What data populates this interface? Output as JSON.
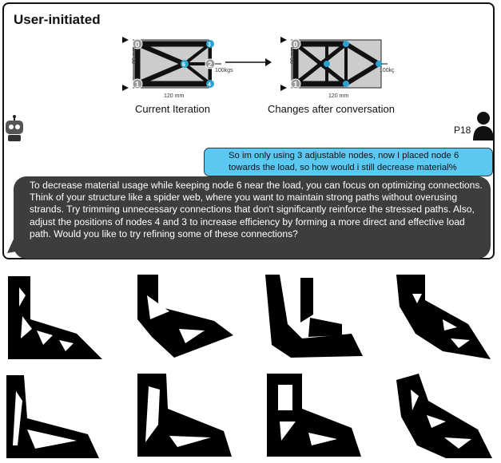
{
  "panel": {
    "title": "User-initiated",
    "current_label": "Current Iteration",
    "changes_label": "Changes after conversation",
    "participant": "P18"
  },
  "figure_left": {
    "dim_width": "120 mm",
    "dim_height": "80 mm",
    "load": "100kgs",
    "nodes": [
      "0",
      "1",
      "2",
      "3",
      "4",
      "6"
    ]
  },
  "figure_right": {
    "dim_width": "120 mm",
    "dim_height": "80 mm",
    "load": "100kgs",
    "nodes": [
      "0",
      "1"
    ]
  },
  "chat": {
    "user_message": "So im only using 3 adjustable nodes, now I placed node 6 towards the load, so how would i still decrease material%",
    "ai_message": "To decrease material usage while keeping node 6 near the load, you can focus on optimizing connections. Think of your structure like a spider web, where you want to maintain strong paths without overusing strands. Try trimming unnecessary connections that don't significantly reinforce the stressed paths. Also, adjust the positions of nodes 4 and 3 to increase efficiency by forming a more direct and effective load path. Would you like to try refining some of these connections?"
  },
  "colors": {
    "user_bubble": "#5bc8f2",
    "ai_bubble": "#3d3d3d",
    "node_gray": "#9a9a9a",
    "node_blue": "#2aa3cf"
  }
}
